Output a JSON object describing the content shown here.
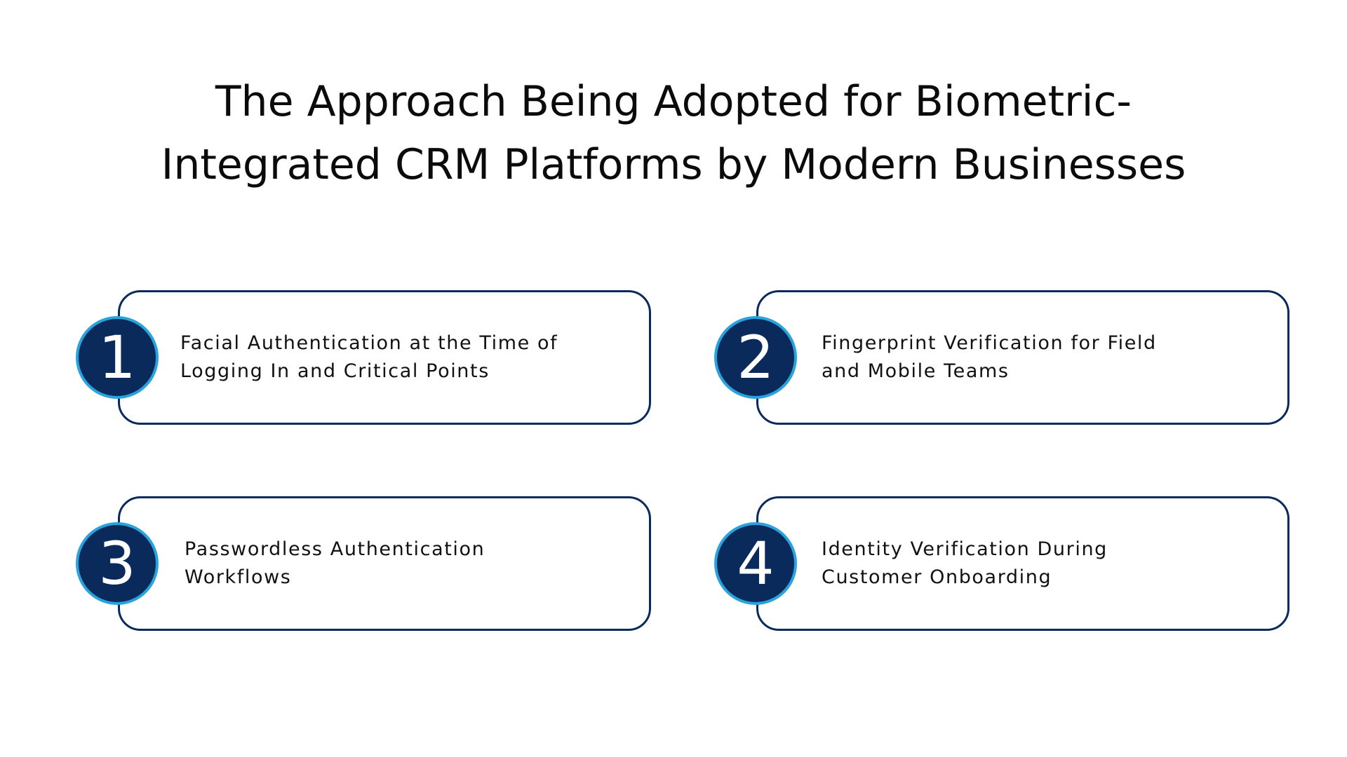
{
  "title": {
    "line1": "The Approach Being Adopted for Biometric-",
    "line2": "Integrated CRM Platforms by Modern Businesses"
  },
  "items": [
    {
      "number": "1",
      "line1": "Facial Authentication at the Time of",
      "line2": "Logging In and Critical Points"
    },
    {
      "number": "2",
      "line1": "Fingerprint Verification for Field",
      "line2": "and Mobile Teams"
    },
    {
      "number": "3",
      "line1": "Passwordless Authentication",
      "line2": "Workflows"
    },
    {
      "number": "4",
      "line1": "Identity Verification During",
      "line2": "Customer Onboarding"
    }
  ],
  "colors": {
    "navy": "#0b2a5c",
    "accent_blue": "#2aa3dc",
    "text": "#111111"
  }
}
